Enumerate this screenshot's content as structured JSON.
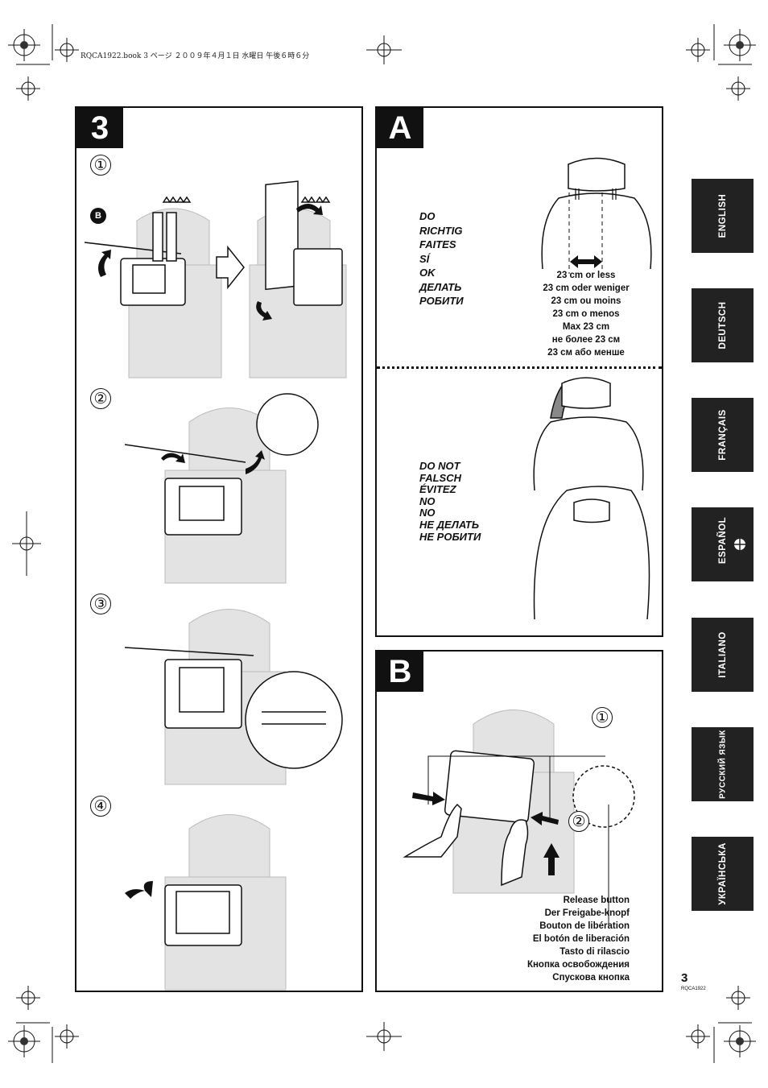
{
  "header": {
    "file_line": "RQCA1922.book  3 ページ  ２００９年４月１日  水曜日  午後６時６分"
  },
  "panel_3": {
    "tag": "3",
    "steps": [
      "①",
      "②",
      "③",
      "④"
    ],
    "callout_b": "B"
  },
  "panel_a": {
    "tag": "A",
    "do_words": [
      "DO",
      "RICHTIG",
      "FAITES",
      "SÍ",
      "OK",
      "ДЕЛАТЬ",
      "РОБИТИ"
    ],
    "measurement": [
      "23 cm or less",
      "23 cm oder weniger",
      "23 cm ou moins",
      "23 cm o menos",
      "Max 23 cm",
      "не более 23 см",
      "23 см або менше"
    ],
    "donot_words": [
      "DO NOT",
      "FALSCH",
      "ÉVITEZ",
      "NO",
      "NO",
      "НЕ ДЕЛАТЬ",
      "НЕ РОБИТИ"
    ]
  },
  "panel_b": {
    "tag": "B",
    "step_1": "①",
    "step_2": "②",
    "release_labels": [
      "Release button",
      "Der Freigabe-knopf",
      "Bouton de libération",
      "El botón de liberación",
      "Tasto di rilascio",
      "Кнопка освобождения",
      "Спускова кнопка"
    ]
  },
  "language_tabs": [
    "ENGLISH",
    "DEUTSCH",
    "FRANÇAIS",
    "ESPAÑOL",
    "ITALIANO",
    "РУССКИЙ ЯЗЫК",
    "УКРАЇНСЬКА"
  ],
  "footer": {
    "page_number": "3",
    "doc_code": "RQCA1922"
  },
  "colors": {
    "ink": "#111111",
    "tab_bg": "#222222",
    "seat_gray": "#d8d8d8"
  }
}
